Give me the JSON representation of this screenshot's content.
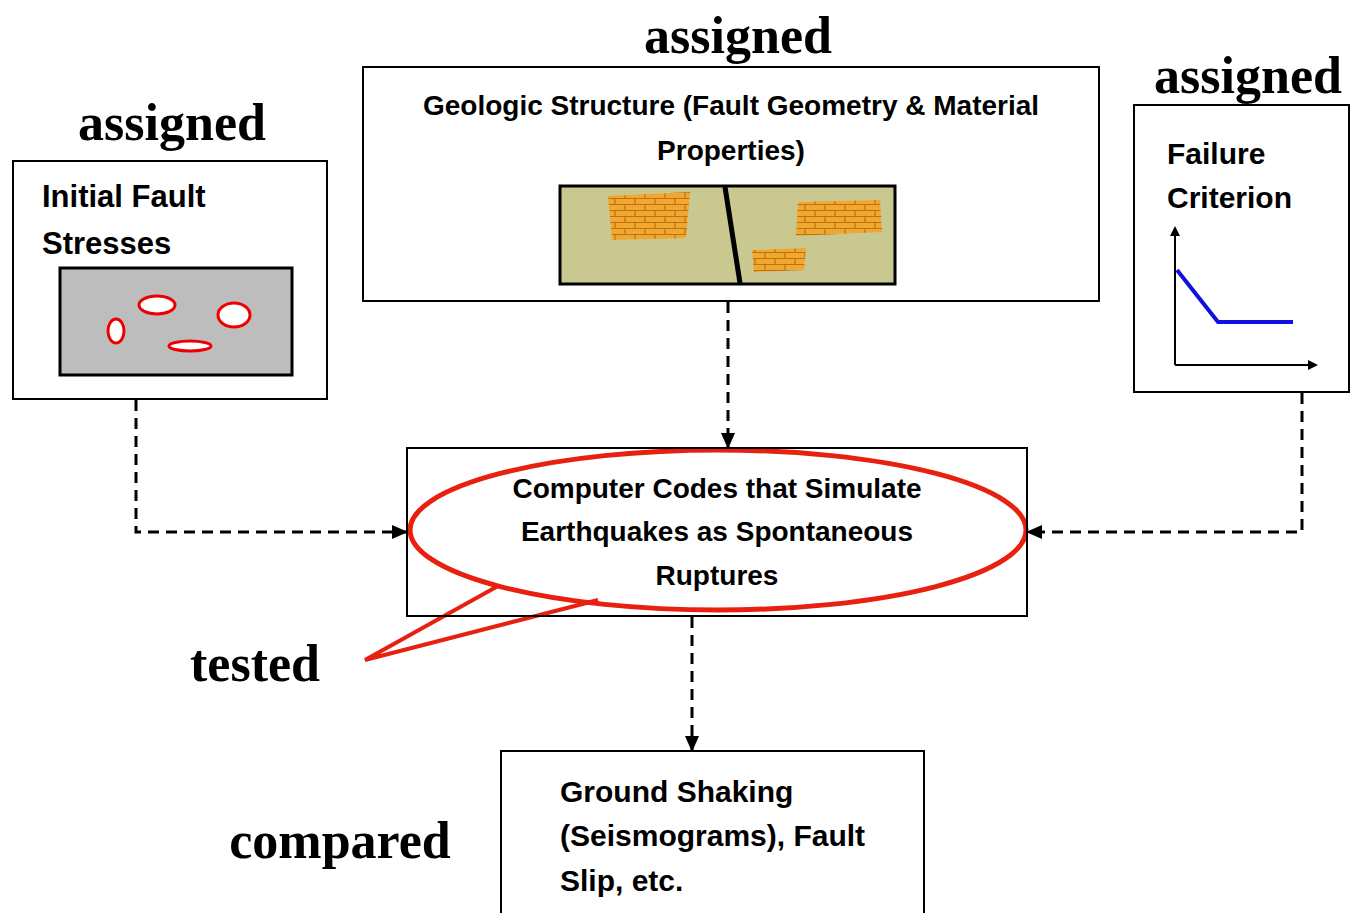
{
  "diagram": {
    "nodes": [
      {
        "text": [
          "Initial Fault Stresses"
        ]
      },
      {
        "text": [
          "Geologic Structure (Fault Geometry & Material Properties)"
        ]
      },
      {
        "text": [
          "Failure Criterion"
        ]
      },
      {
        "text": [
          "Computer Codes that Simulate Earthquakes as Spontaneous Ruptures"
        ]
      },
      {
        "text": [
          "Ground Shaking (Seismograms), Fault Slip, etc."
        ]
      }
    ],
    "edges": [
      {
        "from": 0,
        "to": 3,
        "arrow": "to"
      },
      {
        "from": 1,
        "to": 3,
        "arrow": "to"
      },
      {
        "from": 2,
        "to": 3,
        "arrow": "to"
      },
      {
        "from": 3,
        "to": 4,
        "arrow": "to"
      }
    ],
    "labels": [
      "assigned",
      "assigned",
      "assigned",
      "tested",
      "compared"
    ]
  }
}
